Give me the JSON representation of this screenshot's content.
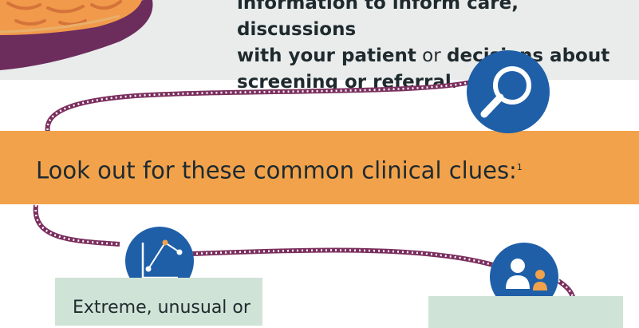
{
  "intro": {
    "line1": "information to inform care, discussions",
    "line2_bold_1": "with your patient",
    "line2_mid": " or ",
    "line2_bold_2": "decisions about",
    "line3_bold": "screening or referral",
    "line3_end": "."
  },
  "heading": {
    "text": "Look out for these common clinical clues:",
    "footnote": "1"
  },
  "clues": [
    {
      "text": "Extreme, unusual or"
    }
  ],
  "icons": [
    "pie-icon",
    "magnifier-icon",
    "trend-chart-icon",
    "people-icon"
  ],
  "colors": {
    "band": "#e9eceb",
    "orange": "#f2a24a",
    "blue": "#1f5fa8",
    "card": "#cfe3d6",
    "rope": "#7b2f5e"
  }
}
